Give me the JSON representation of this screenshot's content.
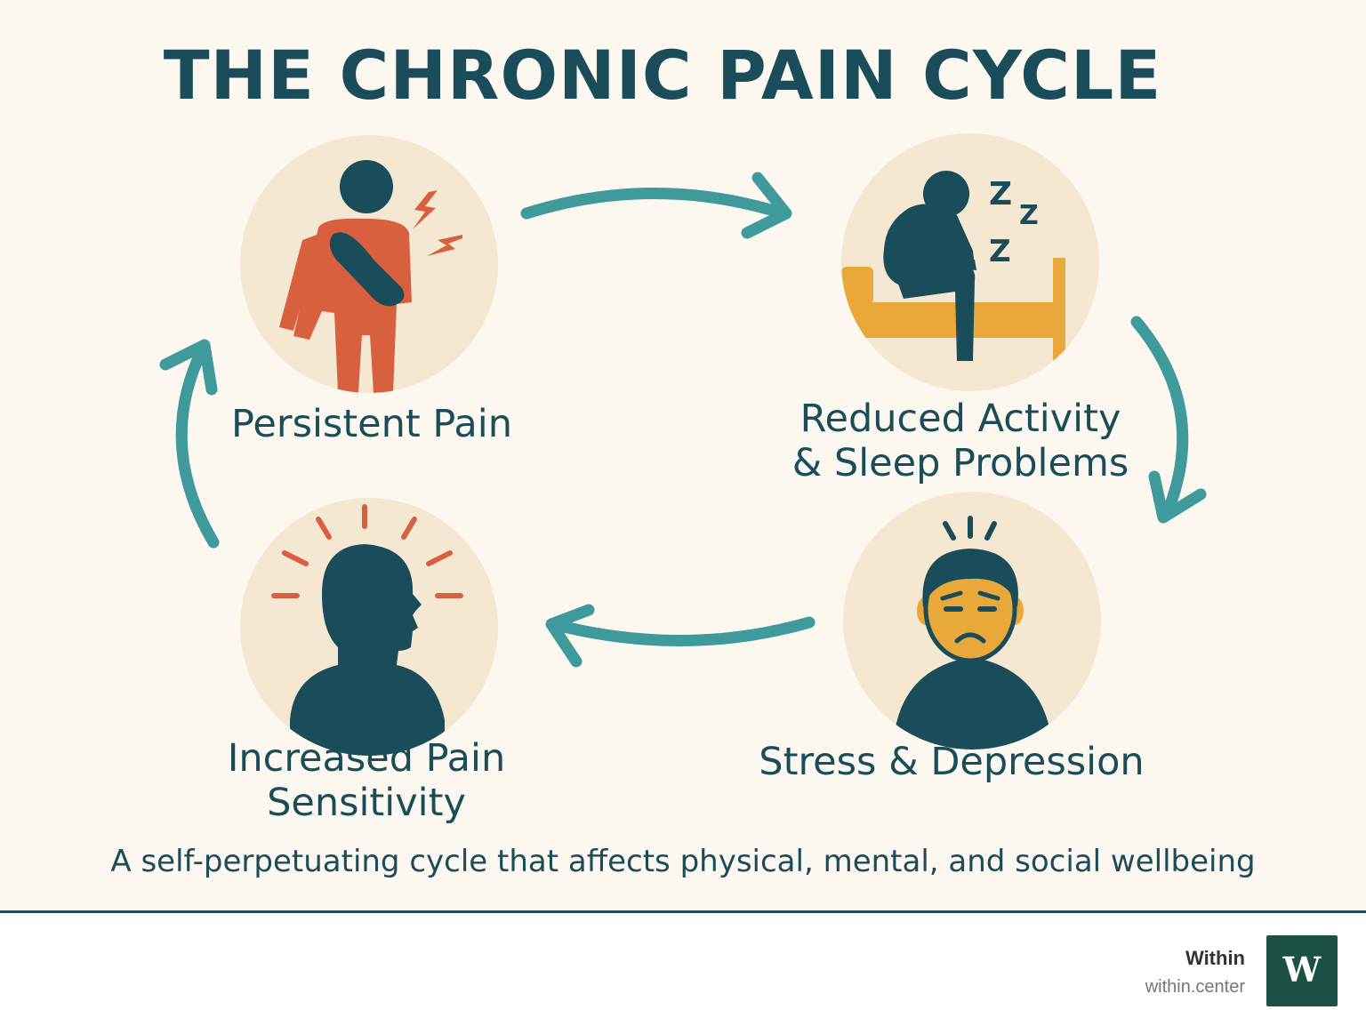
{
  "title": "THE CHRONIC PAIN CYCLE",
  "stages": [
    {
      "label": "Persistent Pain",
      "icon": "person-shoulder-pain-icon"
    },
    {
      "label": "Reduced Activity\n& Sleep Problems",
      "icon": "person-sitting-on-bed-sleep-icon"
    },
    {
      "label": "Stress & Depression",
      "icon": "sad-face-person-icon"
    },
    {
      "label": "Increased Pain\nSensitivity",
      "icon": "head-sensitivity-icon"
    }
  ],
  "caption": "A self-perpetuating cycle that affects physical, mental, and social wellbeing",
  "footer": {
    "brand_name": "Within",
    "brand_url": "within.center",
    "logo_letter": "W",
    "logo_icon": "within-logo-icon"
  },
  "colors": {
    "background": "#fdf8ef",
    "primary": "#1a4c59",
    "arrow": "#3f9a9b",
    "pain_red": "#d9603f",
    "bed_yellow": "#e8a93a",
    "circle_beige": "#f5e8d3",
    "logo_green": "#1d5045"
  }
}
